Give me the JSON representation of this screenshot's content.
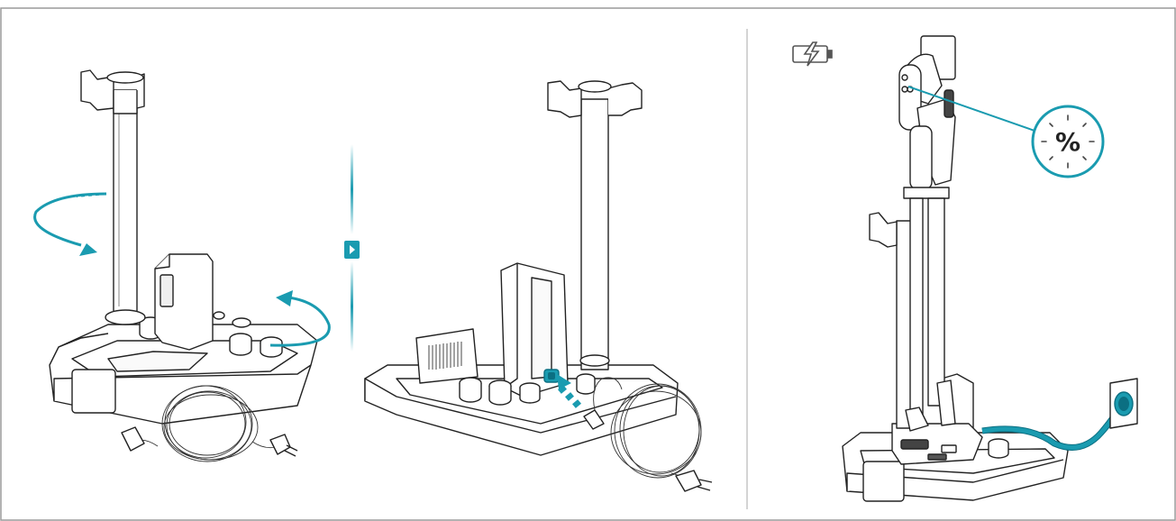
{
  "panels": [
    {
      "id": "step-1",
      "title": ""
    },
    {
      "id": "step-2",
      "title": ""
    },
    {
      "id": "step-3",
      "title": ""
    }
  ],
  "indicator": {
    "symbol": "%"
  },
  "icons": {
    "step_arrow": "play-arrow-icon",
    "battery": "battery-charging-icon"
  },
  "colors": {
    "accent": "#1a9bb0",
    "accent_dark": "#0b6f82",
    "line": "#222222",
    "frame": "#9a9a9a",
    "divider": "#b8b8b8"
  }
}
